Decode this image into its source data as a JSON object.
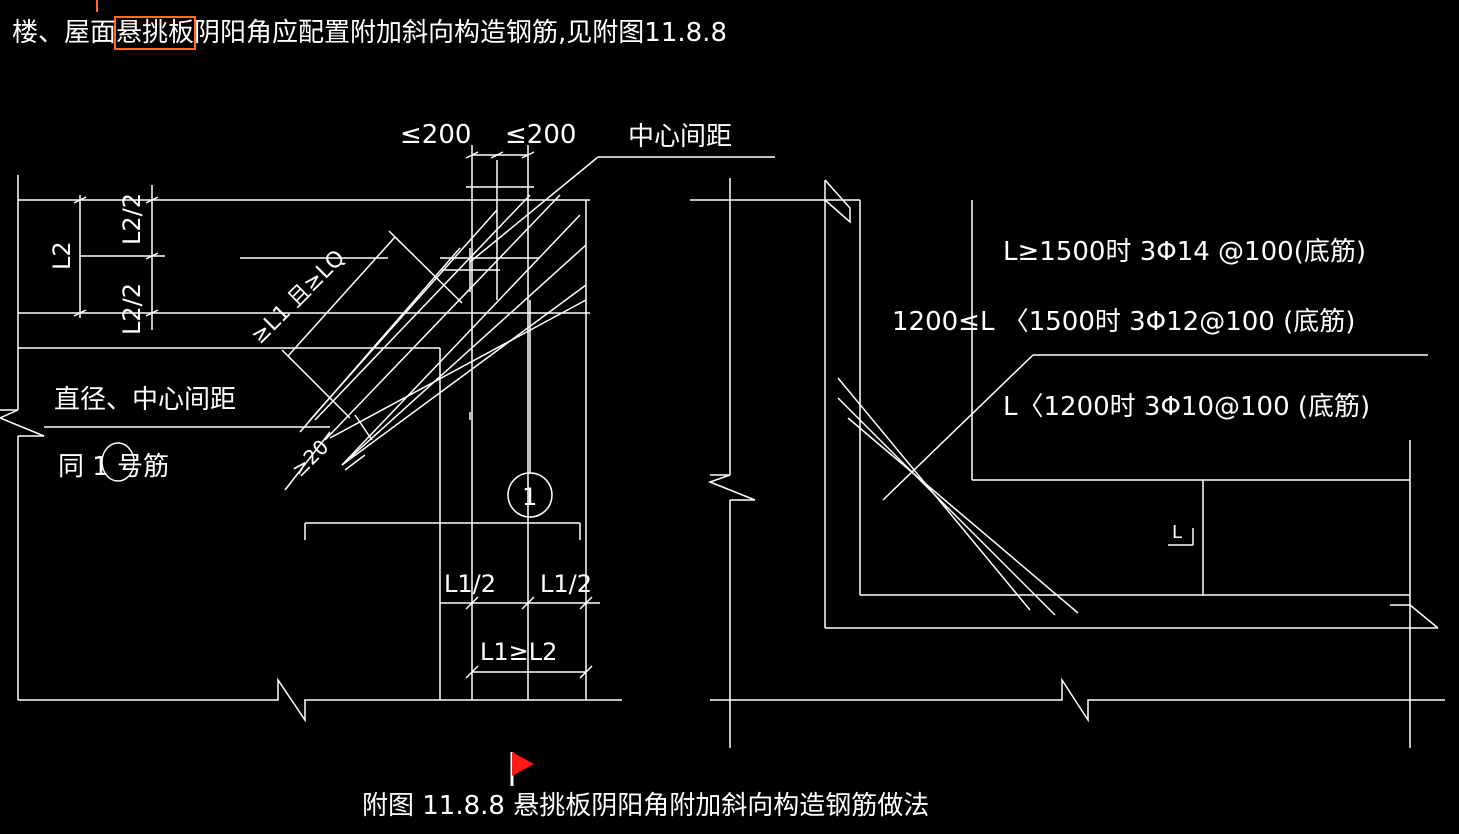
{
  "header": {
    "title_prefix": "楼、屋面",
    "title_highlight": "悬挑板",
    "title_suffix": "阴阳角应配置附加斜向构造钢筋,见附图11.8.8"
  },
  "colors": {
    "background": "#000000",
    "lines": "#ffffff",
    "highlight_box": "#ff6b2b",
    "flag": "#ff1a1a"
  },
  "left_detail": {
    "dim_top_left": "≤200",
    "dim_top_right": "≤200",
    "label_center_spacing": "中心间距",
    "dim_L2": "L2",
    "dim_L2_half_top": "L2/2",
    "dim_L2_half_bottom": "L2/2",
    "diag_label": "≥L1 且≥LQ",
    "note_line1": "直径、中心间距",
    "note_line2": "同 1 号筋",
    "bar_count_label": "≥20",
    "circle_mark": "1",
    "dim_L1_half_left": "L1/2",
    "dim_L1_half_right": "L1/2",
    "dim_L1_ge_L2": "L1≥L2"
  },
  "right_detail": {
    "rule1": "L≥1500时 3Φ14 @100(底筋)",
    "rule2": "1200≤L 〈1500时 3Φ12@100 (底筋)",
    "rule3": "L〈1200时 3Φ10@100 (底筋)",
    "dim_L": "L"
  },
  "caption": {
    "text": "附图 11.8.8  悬挑板阴阳角附加斜向构造钢筋做法"
  }
}
